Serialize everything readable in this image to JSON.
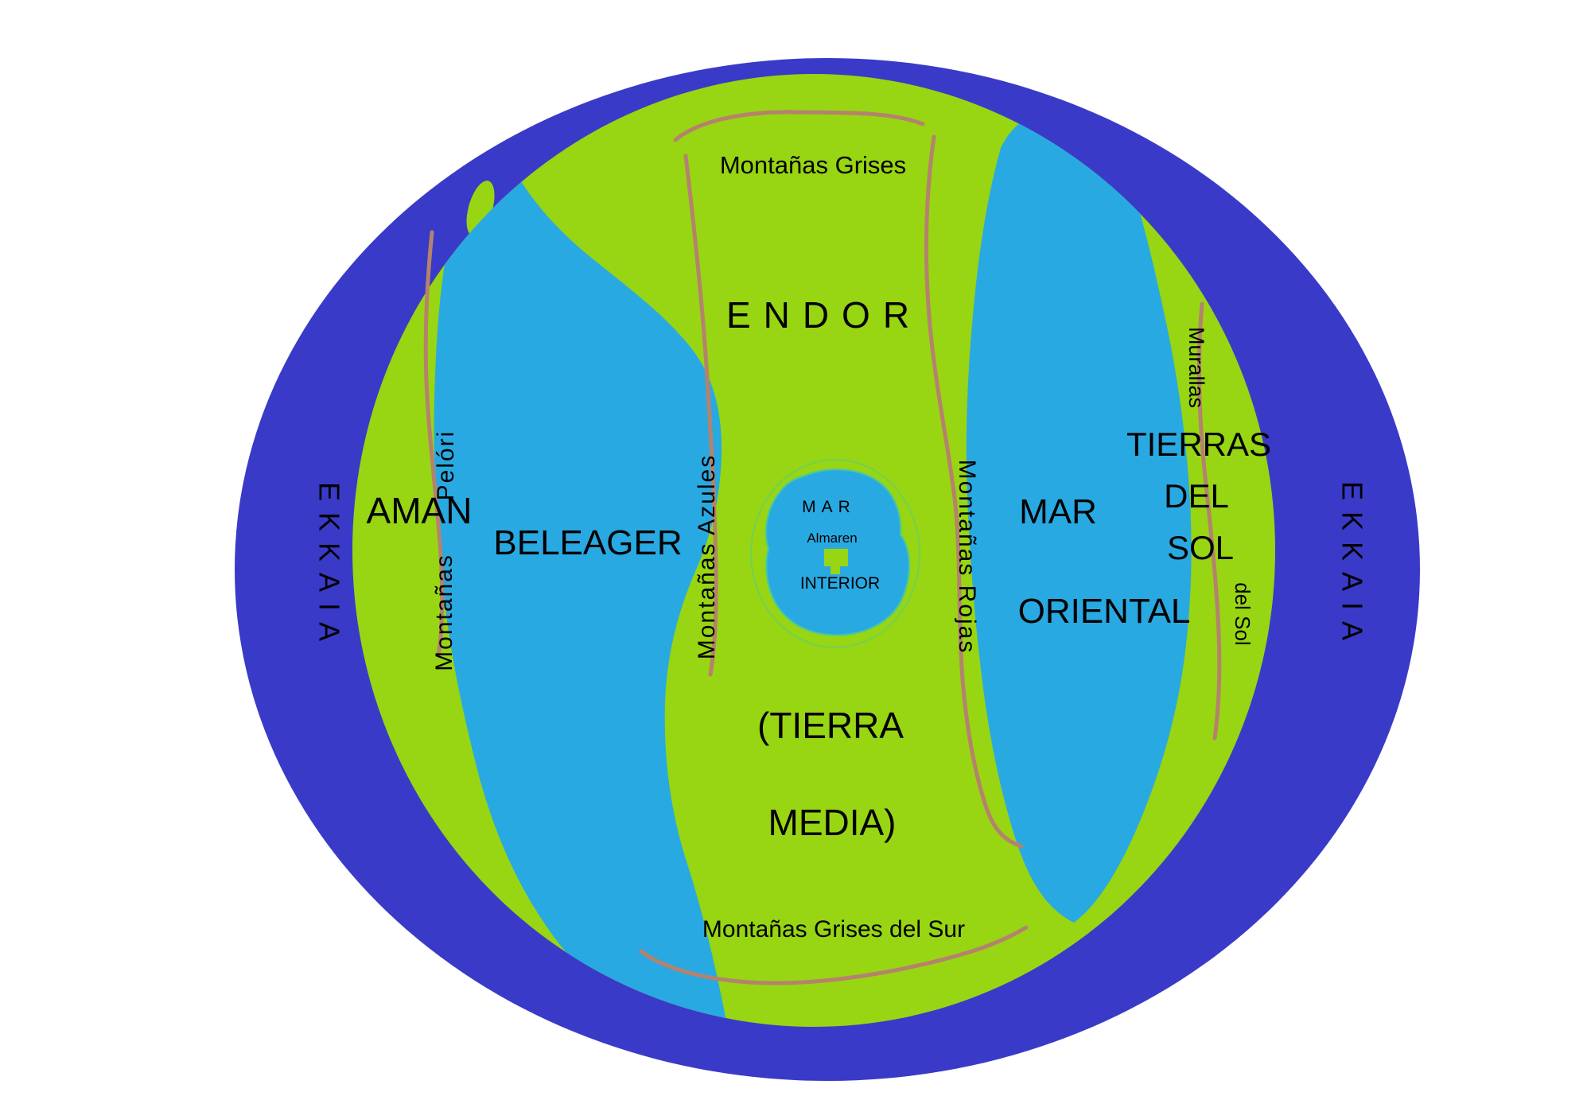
{
  "colors": {
    "background": "#ffffff",
    "ekkaia_ocean": "#3a3ac8",
    "inner_ocean": "#29a9e1",
    "land": "#98d513",
    "mountains": "#b5826d",
    "interior_outline": "#46c9a4",
    "label_text": "#000000"
  },
  "labels": {
    "ekkaia_left": "EKKAIA",
    "ekkaia_right": "EKKAIA",
    "montanas_grises": "Montañas Grises",
    "endor": "ENDOR",
    "aman": "AMAN",
    "beleager": "BELEAGER",
    "pelori_word": "Pelóri",
    "montanas_word": "Montañas",
    "montanas_azules": "Montañas Azules",
    "montanas_rojas": "Montañas Rojas",
    "mar_oriental_line1": "MAR",
    "mar_oriental_line2": "ORIENTAL",
    "tierras_line1": "TIERRAS",
    "tierras_line2": "DEL",
    "tierras_line3": "SOL",
    "murallas_word": "Murallas",
    "del_sol_word": "del Sol",
    "mar_interior_line1": "MAR",
    "mar_interior_island": "Almaren",
    "mar_interior_line2": "INTERIOR",
    "tierra_media_line1": "(TIERRA",
    "tierra_media_line2": "MEDIA)",
    "montanas_grises_del_sur": "Montañas Grises del Sur"
  }
}
